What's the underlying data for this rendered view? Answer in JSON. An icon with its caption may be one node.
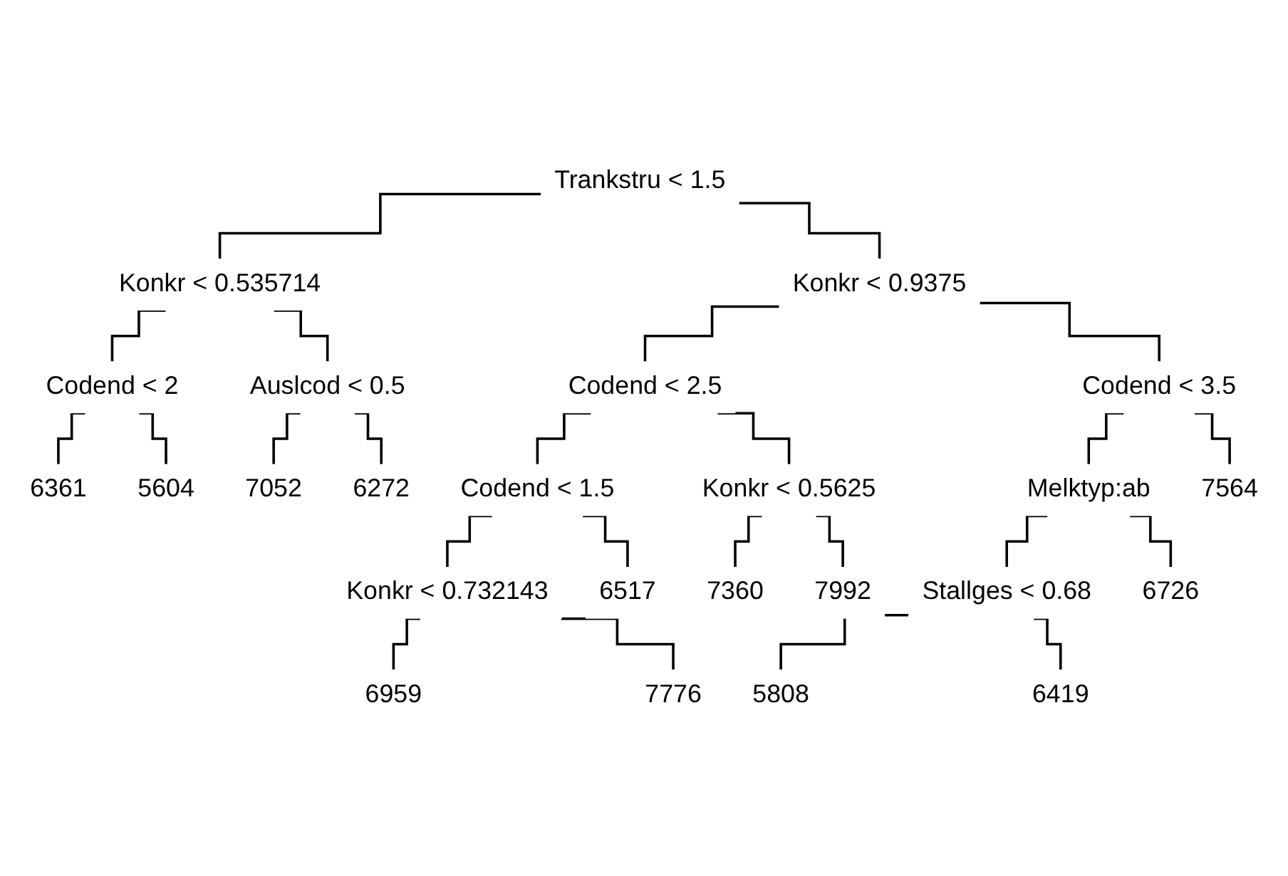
{
  "diagram": {
    "nodes": [
      {
        "text": [
          "Trankstru < 1.5"
        ]
      },
      {
        "text": [
          "Konkr < 0.535714"
        ]
      },
      {
        "text": [
          "Codend < 2"
        ]
      },
      {
        "text": [
          "6361"
        ]
      },
      {
        "text": [
          "5604"
        ]
      },
      {
        "text": [
          "Auslcod < 0.5"
        ]
      },
      {
        "text": [
          "7052"
        ]
      },
      {
        "text": [
          "6272"
        ]
      },
      {
        "text": [
          "Konkr < 0.9375"
        ]
      },
      {
        "text": [
          "Codend < 2.5"
        ]
      },
      {
        "text": [
          "Codend < 1.5"
        ]
      },
      {
        "text": [
          "Konkr < 0.732143"
        ]
      },
      {
        "text": [
          "6959"
        ]
      },
      {
        "text": [
          "7776"
        ]
      },
      {
        "text": [
          "6517"
        ]
      },
      {
        "text": [
          "Konkr < 0.5625"
        ]
      },
      {
        "text": [
          "7360"
        ]
      },
      {
        "text": [
          "7992"
        ]
      },
      {
        "text": [
          "Codend < 3.5"
        ]
      },
      {
        "text": [
          "Melktyp:ab"
        ]
      },
      {
        "text": [
          "Stallges < 0.68"
        ]
      },
      {
        "text": [
          "5808"
        ]
      },
      {
        "text": [
          "6419"
        ]
      },
      {
        "text": [
          "6726"
        ]
      },
      {
        "text": [
          "7564"
        ]
      }
    ],
    "edges": [
      {
        "from": 0,
        "to": 1,
        "arrow": "none"
      },
      {
        "from": 0,
        "to": 8,
        "arrow": "none"
      },
      {
        "from": 1,
        "to": 2,
        "arrow": "none"
      },
      {
        "from": 1,
        "to": 5,
        "arrow": "none"
      },
      {
        "from": 2,
        "to": 3,
        "arrow": "none"
      },
      {
        "from": 2,
        "to": 4,
        "arrow": "none"
      },
      {
        "from": 5,
        "to": 6,
        "arrow": "none"
      },
      {
        "from": 5,
        "to": 7,
        "arrow": "none"
      },
      {
        "from": 8,
        "to": 9,
        "arrow": "none"
      },
      {
        "from": 8,
        "to": 18,
        "arrow": "none"
      },
      {
        "from": 9,
        "to": 10,
        "arrow": "none"
      },
      {
        "from": 9,
        "to": 15,
        "arrow": "none"
      },
      {
        "from": 10,
        "to": 11,
        "arrow": "none"
      },
      {
        "from": 10,
        "to": 14,
        "arrow": "none"
      },
      {
        "from": 11,
        "to": 12,
        "arrow": "none"
      },
      {
        "from": 11,
        "to": 13,
        "arrow": "none"
      },
      {
        "from": 15,
        "to": 16,
        "arrow": "none"
      },
      {
        "from": 15,
        "to": 17,
        "arrow": "none"
      },
      {
        "from": 18,
        "to": 19,
        "arrow": "none"
      },
      {
        "from": 18,
        "to": 24,
        "arrow": "none"
      },
      {
        "from": 19,
        "to": 20,
        "arrow": "none"
      },
      {
        "from": 19,
        "to": 23,
        "arrow": "none"
      },
      {
        "from": 20,
        "to": 21,
        "arrow": "none"
      },
      {
        "from": 20,
        "to": 22,
        "arrow": "none"
      }
    ]
  }
}
